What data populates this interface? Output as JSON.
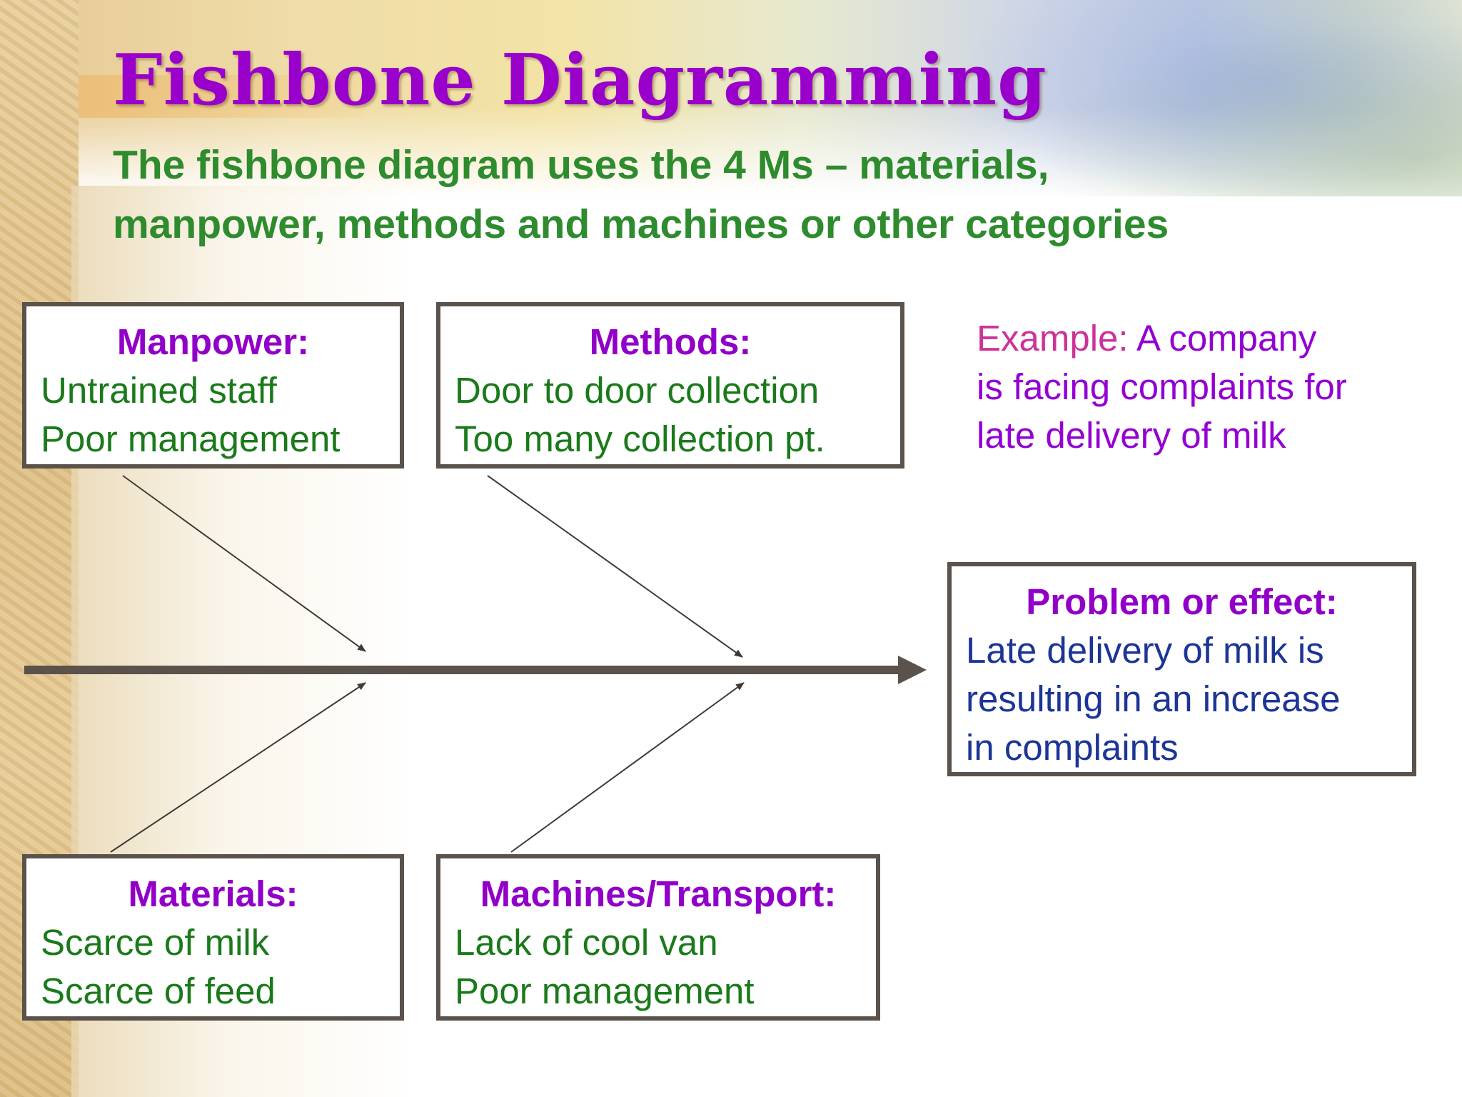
{
  "title": "Fishbone Diagramming",
  "subtitle": {
    "line1": "The fishbone diagram uses the 4 Ms – materials,",
    "line2": "manpower, methods and machines or other categories"
  },
  "categories": {
    "manpower": {
      "heading": "Manpower:",
      "causes": [
        "Untrained staff",
        "Poor management"
      ]
    },
    "methods": {
      "heading": "Methods:",
      "causes": [
        "Door to door collection",
        "Too many collection pt."
      ]
    },
    "materials": {
      "heading": "Materials:",
      "causes": [
        "Scarce of milk",
        "Scarce of feed"
      ]
    },
    "machines": {
      "heading": "Machines/Transport:",
      "causes": [
        "Lack of cool van",
        "Poor management"
      ]
    }
  },
  "example": {
    "label": "Example:",
    "line1_rest": " A company",
    "line2": "is facing complaints for",
    "line3": "late delivery of milk"
  },
  "effect": {
    "heading": "Problem or effect:",
    "lines": [
      "Late delivery of milk is",
      "resulting in an increase",
      "in complaints"
    ]
  },
  "colors": {
    "title": "#9900cc",
    "subtitle": "#2e8b2e",
    "heading": "#9100c8",
    "cause_text": "#1a7a1a",
    "effect_text": "#1c3596",
    "example_label": "#cc3399",
    "example_text": "#9400d3",
    "bone": "#5a524b"
  }
}
